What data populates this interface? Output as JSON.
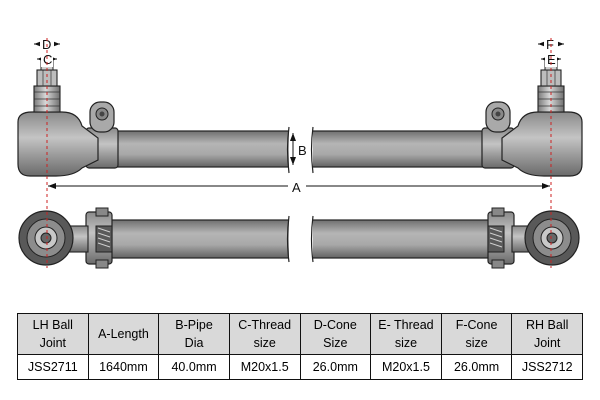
{
  "dimensions": {
    "a": "A",
    "b": "B",
    "d": "D",
    "c": "C",
    "f": "F",
    "e": "E"
  },
  "table": {
    "headers": [
      [
        "LH Ball",
        "Joint"
      ],
      [
        "A-Length",
        ""
      ],
      [
        "B-Pipe",
        "Dia"
      ],
      [
        "C-Thread",
        "size"
      ],
      [
        "D-Cone",
        "Size"
      ],
      [
        "E- Thread",
        "size"
      ],
      [
        "F-Cone",
        "size"
      ],
      [
        "RH Ball",
        "Joint"
      ]
    ],
    "rows": [
      [
        "JSS2711",
        "1640mm",
        "40.0mm",
        "M20x1.5",
        "26.0mm",
        "M20x1.5",
        "26.0mm",
        "JSS2712"
      ]
    ]
  },
  "colors": {
    "line": "#222222",
    "body": "#9b9b9b",
    "shade": "#6e6e6e",
    "highlight": "#cfcfcf",
    "centerline": "#cc2222",
    "header_bg": "#d9d9d9"
  }
}
